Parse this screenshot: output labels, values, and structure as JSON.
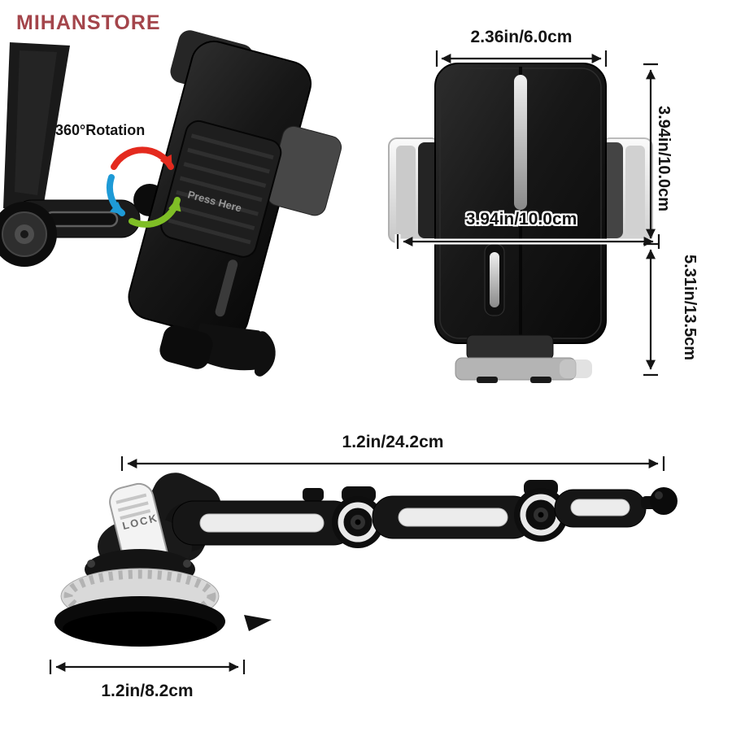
{
  "brand": {
    "logo_text": "MIHANSTORE"
  },
  "colors": {
    "logo": "#A4454B",
    "arrow_red": "#E42A1E",
    "arrow_blue": "#1E9AD6",
    "arrow_green": "#7FBE26",
    "dimension_lines": "#151515"
  },
  "side_view": {
    "rotation_label": "360°Rotation",
    "press_here_label": "Press Here"
  },
  "front_view": {
    "width_top": "2.36in/6.0cm",
    "height_body": "3.94in/10.0cm",
    "height_total": "5.31in/13.5cm",
    "width_clamps_open": "3.94in/10.0cm"
  },
  "arm_view": {
    "lock_label": "LOCK",
    "arm_length": "1.2in/24.2cm",
    "base_diameter": "1.2in/8.2cm"
  }
}
